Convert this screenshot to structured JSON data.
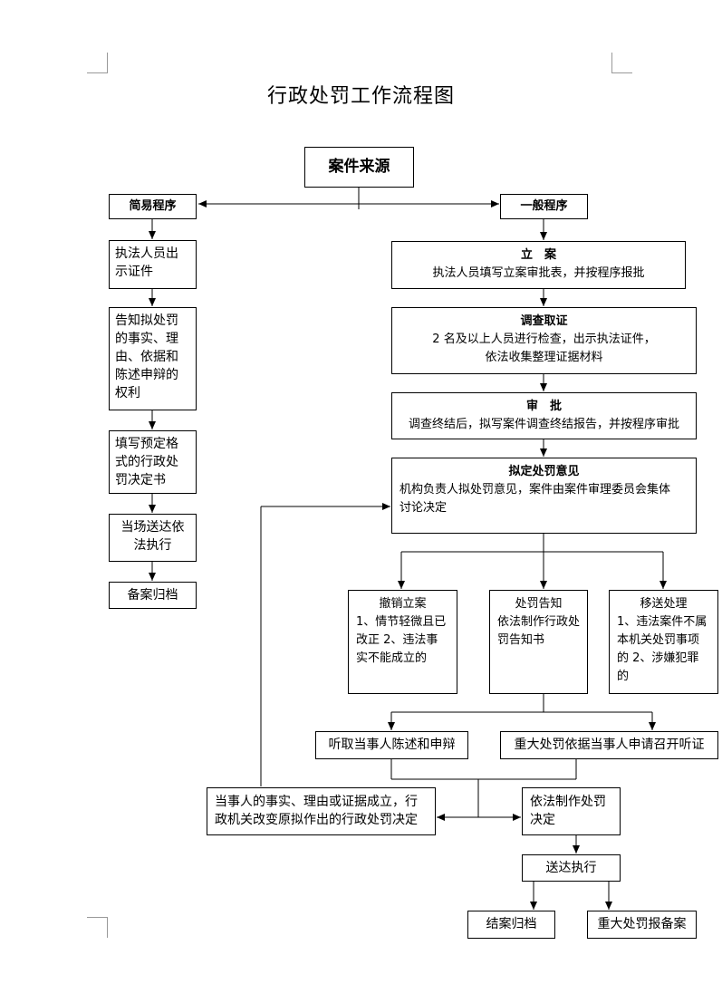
{
  "title": "行政处罚工作流程图",
  "source": "案件来源",
  "simple": {
    "header": "简易程序",
    "steps": [
      "执法人员出示证件",
      "告知拟处罚的事实、理由、依据和陈述申辩的权利",
      "填写预定格式的行政处罚决定书",
      "当场送达依法执行",
      "备案归档"
    ]
  },
  "general": {
    "header": "一般程序",
    "register": {
      "title": "立　案",
      "body": "执法人员填写立案审批表，并按程序报批"
    },
    "investigate": {
      "title": "调查取证",
      "line1": "2 名及以上人员进行检查，出示执法证件，",
      "line2": "依法收集整理证据材料"
    },
    "approve": {
      "title": "审　批",
      "body": "调查终结后，拟写案件调查终结报告，并按程序审批"
    },
    "opinion": {
      "title": "拟定处罚意见",
      "line1": "机构负责人拟处罚意见，案件由案件审理委员会集体",
      "line2": "讨论决定"
    }
  },
  "branches": {
    "cancel": {
      "title": "撤销立案",
      "body": "1、情节轻微且已改正 2、违法事实不能成立的"
    },
    "notice": {
      "title": "处罚告知",
      "body": "依法制作行政处罚告知书"
    },
    "transfer": {
      "title": "移送处理",
      "body": "1、违法案件不属本机关处罚事项的 2、涉嫌犯罪的"
    }
  },
  "hearing": {
    "statement": "听取当事人陈述和申辩",
    "major_hearing": "重大处罚依据当事人申请召开听证"
  },
  "change": "当事人的事实、理由或证据成立，行政机关改变原拟作出的行政处罚决定",
  "decision": "依法制作处罚决定",
  "delivery": "送达执行",
  "archive": "结案归档",
  "major_record": "重大处罚报备案"
}
